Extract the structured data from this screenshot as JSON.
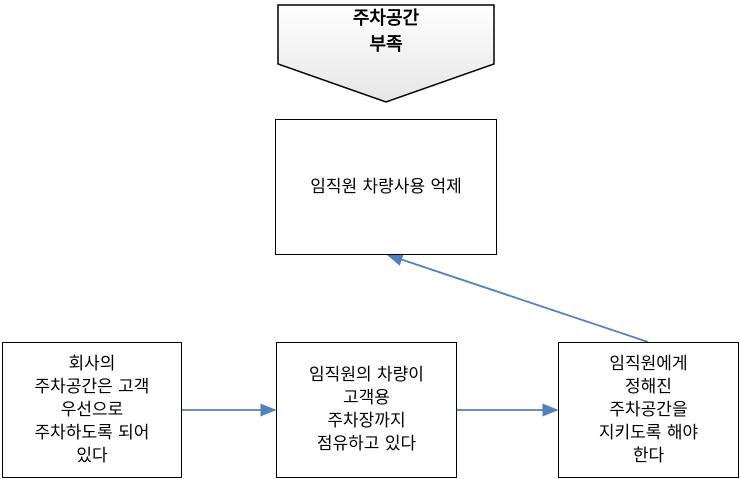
{
  "problem": {
    "text": "주차공간\n부족"
  },
  "top_box": {
    "text": "임직원 차량사용 억제"
  },
  "bottom_left": {
    "text": "회사의\n주차공간은 고객\n우선으로\n주차하도록 되어\n있다"
  },
  "bottom_mid": {
    "text": "임직원의 차량이\n고객용\n주차장까지\n점유하고 있다"
  },
  "bottom_right": {
    "text": "임직원에게\n정해진\n주차공간을\n지키도록 해야\n한다"
  },
  "colors": {
    "arrow": "#4f81bd",
    "border": "#000000",
    "pentagon_fill": "#f2f2f2"
  }
}
